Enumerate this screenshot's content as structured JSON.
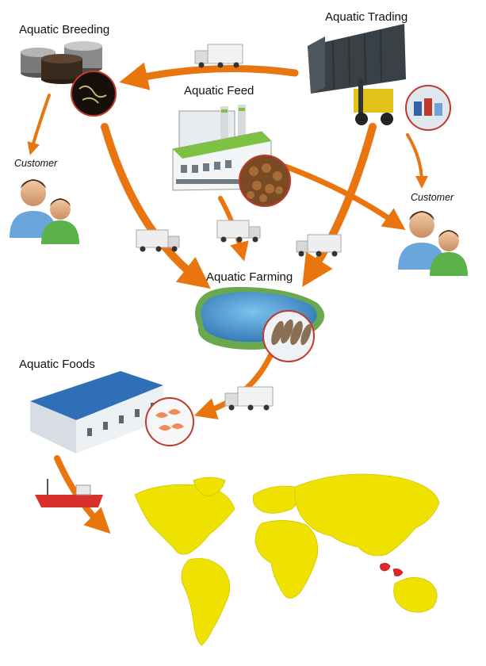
{
  "labels": {
    "aquatic_breeding": "Aquatic Breeding",
    "aquatic_trading": "Aquatic Trading",
    "aquatic_feed": "Aquatic Feed",
    "customer_left": "Customer",
    "customer_right": "Customer",
    "aquatic_farming": "Aquatic Farming",
    "aquatic_foods": "Aquatic Foods"
  },
  "colors": {
    "arrow": "#e8750e",
    "map_fill": "#f0e200",
    "map_highlight": "#e0262b",
    "pond_water": "#3f8fcf",
    "warehouse_roof": "#2f6fb8",
    "ship_hull": "#d8302b",
    "container": "#3a4146"
  }
}
